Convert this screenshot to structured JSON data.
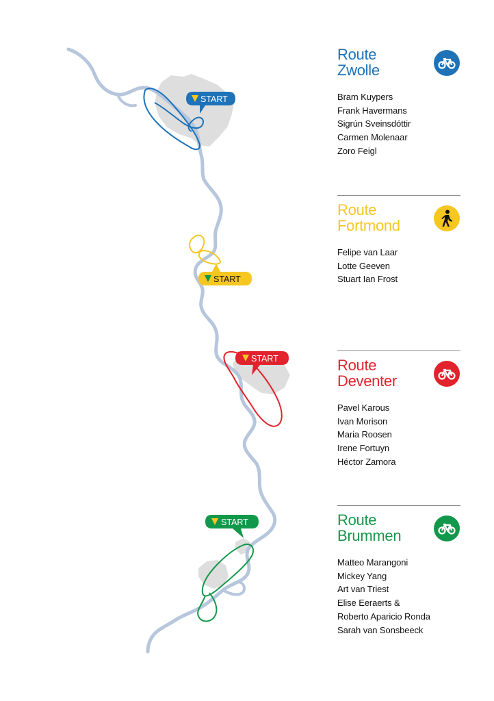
{
  "colors": {
    "river": "#b6c6dc",
    "town": "#dcdcdc",
    "zwolle": "#1d72b8",
    "fortmond": "#f6c621",
    "deventer": "#e2222c",
    "brummen": "#12984a",
    "start_triangle": "#f6c621",
    "start_triangle_on_yellow": "#12984a"
  },
  "start_label": "START",
  "routes": [
    {
      "id": "zwolle",
      "title_line1": "Route",
      "title_line2": "Zwolle",
      "icon": "bicycle-icon",
      "names": [
        "Bram Kuypers",
        "Frank Havermans",
        "Sigrún Sveinsdóttir",
        "Carmen Molenaar",
        "Zoro Feigl"
      ]
    },
    {
      "id": "fortmond",
      "title_line1": "Route",
      "title_line2": "Fortmond",
      "icon": "walking-icon",
      "names": [
        "Felipe van Laar",
        "Lotte Geeven",
        "Stuart Ian Frost"
      ]
    },
    {
      "id": "deventer",
      "title_line1": "Route",
      "title_line2": "Deventer",
      "icon": "bicycle-icon",
      "names": [
        "Pavel Karous",
        "Ivan Morison",
        "Maria Roosen",
        "Irene Fortuyn",
        "Héctor Zamora"
      ]
    },
    {
      "id": "brummen",
      "title_line1": "Route",
      "title_line2": "Brummen",
      "icon": "bicycle-icon",
      "names": [
        "Matteo Marangoni",
        "Mickey Yang",
        "Art van Triest",
        "Elise Eeraerts &",
        "Roberto Aparicio Ronda",
        "Sarah van Sonsbeeck"
      ]
    }
  ]
}
